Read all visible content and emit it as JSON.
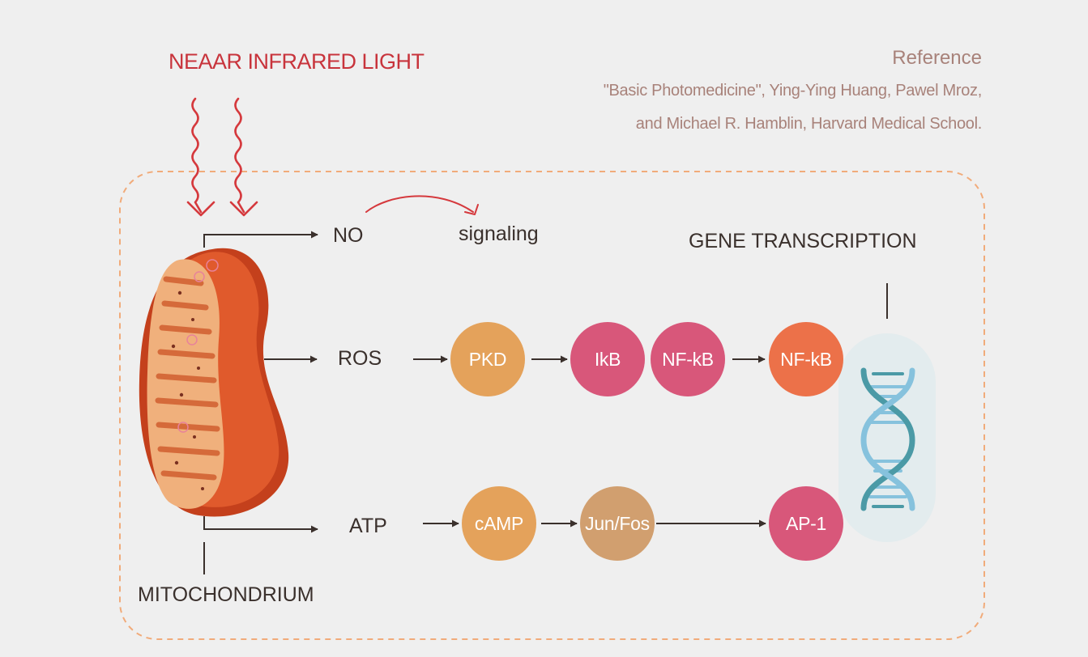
{
  "title": "NEAAR INFRARED LIGHT",
  "reference": {
    "heading": "Reference",
    "line1": "\"Basic Photomedicine\", Ying-Ying Huang, Pawel Mroz,",
    "line2": "and Michael R. Hamblin, Harvard Medical School."
  },
  "labels": {
    "mitochondrium": "MITOCHONDRIUM",
    "gene_transcription": "GENE TRANSCRIPTION",
    "no": "NO",
    "signaling": "signaling",
    "ros": "ROS",
    "atp": "ATP"
  },
  "nodes": {
    "pkd": "PKD",
    "ikb": "IkB",
    "nfkb_1": "NF-kB",
    "nfkb_2": "NF-kB",
    "camp": "cAMP",
    "junfos": "Jun/Fos",
    "ap1": "AP-1"
  },
  "colors": {
    "light": "#d5393d",
    "pkd": "#e4a25b",
    "ikb": "#d8577a",
    "nfkb": "#d8577a",
    "nfkb_active": "#ec7149",
    "camp": "#e4a25b",
    "junfos": "#d19f6f",
    "ap1": "#d8577a",
    "dna_dark": "#4b9aa6",
    "dna_light": "#86c2dd"
  }
}
